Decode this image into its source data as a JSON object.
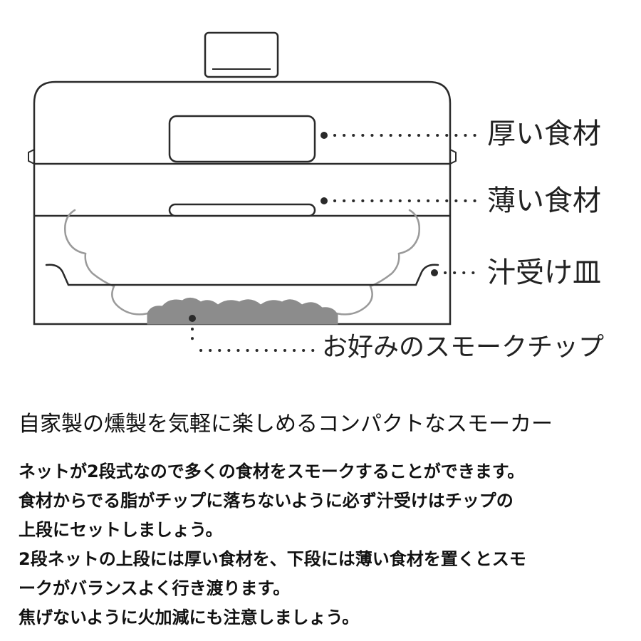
{
  "labels": {
    "thick_food": "厚い食材",
    "thin_food": "薄い食材",
    "drip_tray": "汁受け皿",
    "smoke_chip": "お好みのスモークチップ"
  },
  "headline": "自家製の燻製を気軽に楽しめるコンパクトなスモーカー",
  "body_lines": [
    "ネットが2段式なので多くの食材をスモークすることができます。",
    "食材からでる脂がチップに落ちないように必ず汁受けはチップの",
    "上段にセットしましょう。",
    "2段ネットの上段には厚い食材を、下段には薄い食材を置くとスモ",
    "ークがバランスよく行き渡ります。",
    "焦げないように火加減にも注意しましょう。"
  ],
  "colors": {
    "line": "#2a2a2a",
    "tray_outline": "#9a9a9a",
    "chips": "#8c8c8c"
  }
}
